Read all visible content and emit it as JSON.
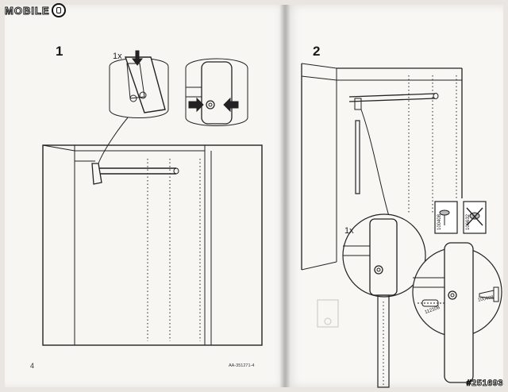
{
  "logo": {
    "text": "MOBILE"
  },
  "manual": {
    "step1": {
      "number": "1",
      "quantity": "1x"
    },
    "step2": {
      "number": "2",
      "quantity": "1x"
    },
    "page_number": "4",
    "doc_code": "AA-351271-4",
    "parts": {
      "fitting_a": "100408",
      "fitting_b": "106632",
      "pin": "112108",
      "screw": "100408"
    }
  },
  "watermark": {
    "text": "#251693"
  }
}
